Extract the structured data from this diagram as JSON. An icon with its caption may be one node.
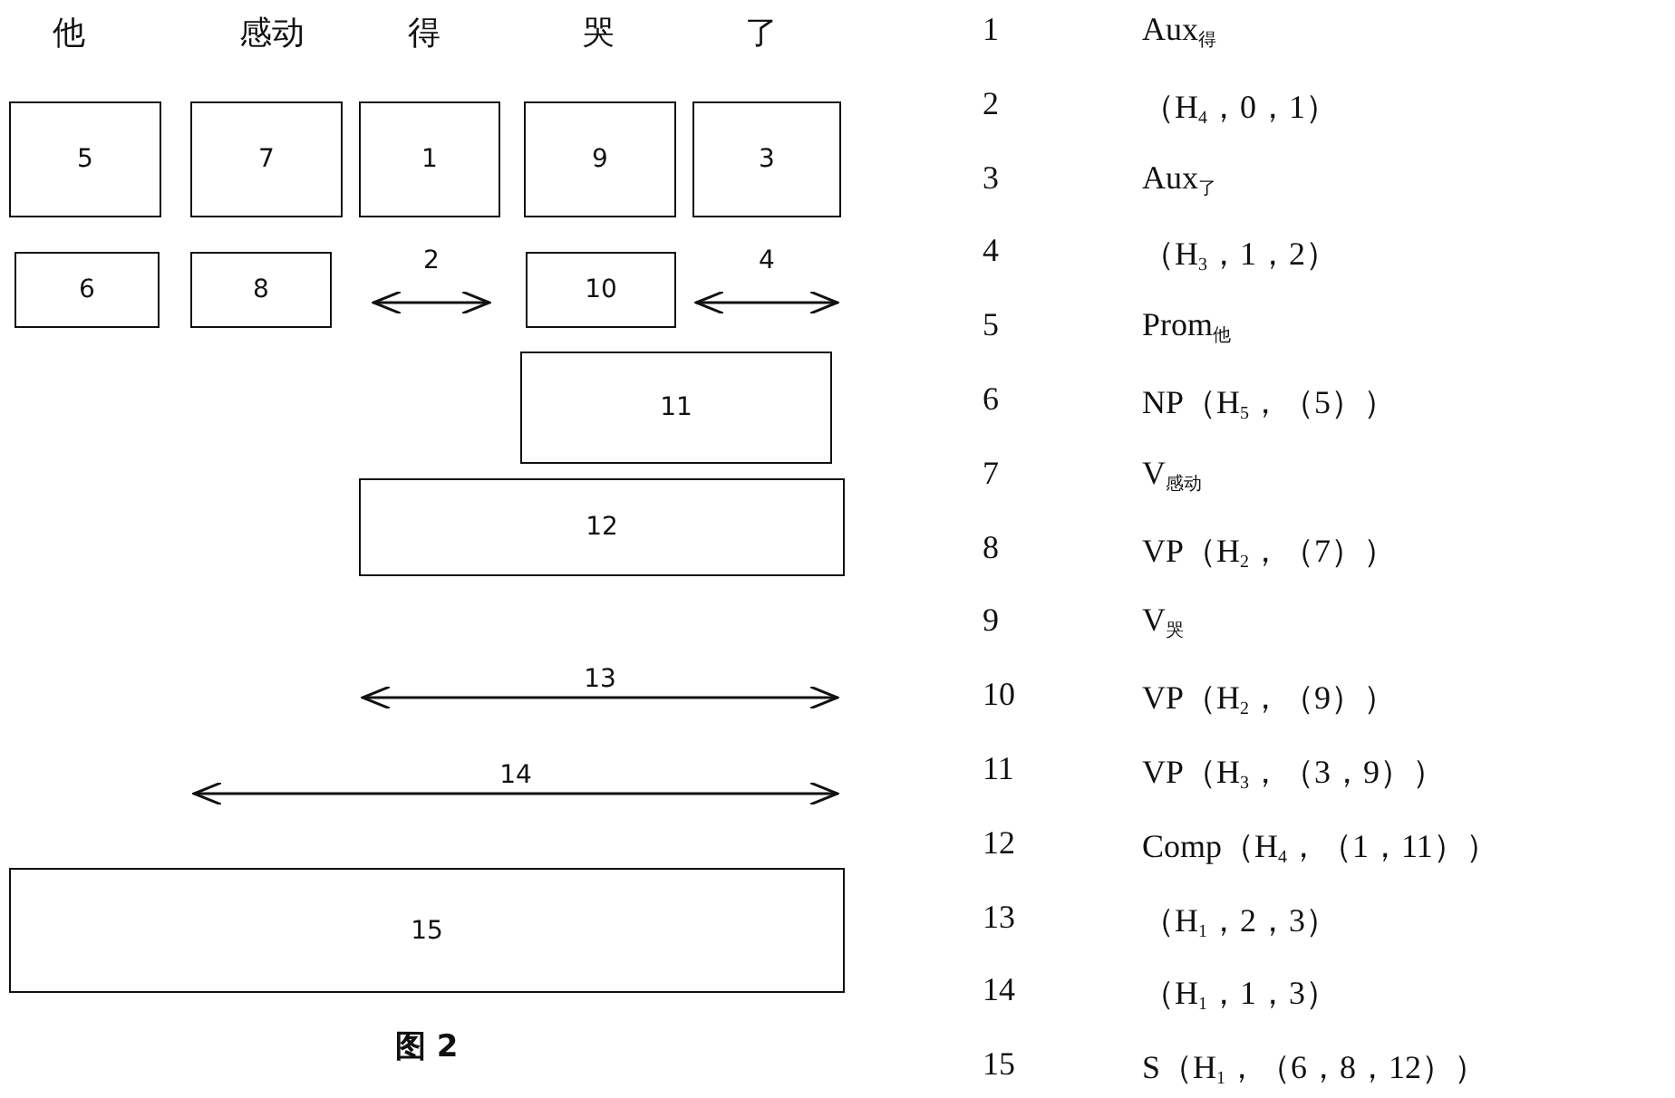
{
  "diagram": {
    "caption": "图 2",
    "nodes": [
      {
        "text": [
          "5"
        ]
      },
      {
        "text": [
          "7"
        ]
      },
      {
        "text": [
          "1"
        ]
      },
      {
        "text": [
          "9"
        ]
      },
      {
        "text": [
          "3"
        ]
      },
      {
        "text": [
          "6"
        ]
      },
      {
        "text": [
          "8"
        ]
      },
      {
        "text": [
          "10"
        ]
      },
      {
        "text": [
          "11"
        ]
      },
      {
        "text": [
          "12"
        ]
      },
      {
        "text": [
          "15"
        ]
      }
    ],
    "labels": [
      "他",
      "感动",
      "得",
      "哭",
      "了",
      "2",
      "4",
      "13",
      "14",
      "1",
      "Aux$_{得}$",
      "2",
      "（H$_{4}$，0，1）",
      "3",
      "Aux$_{了}$",
      "4",
      "（H$_{3}$，1，2）",
      "5",
      "Prom$_{他}$",
      "6",
      "NP（H$_{5}$，（5））",
      "7",
      "V$_{感动}$",
      "8",
      "VP（H$_{2}$，（7））",
      "9",
      "V$_{哭}$",
      "10",
      "VP（H$_{2}$，（9））",
      "11",
      "VP（H$_{3}$，（3，9））",
      "12",
      "Comp（H$_{4}$，（1，11））",
      "13",
      "（H$_{1}$，2，3）",
      "14",
      "（H$_{1}$，1，3）",
      "15",
      "S（H$_{1}$，（6，8，12））"
    ]
  }
}
